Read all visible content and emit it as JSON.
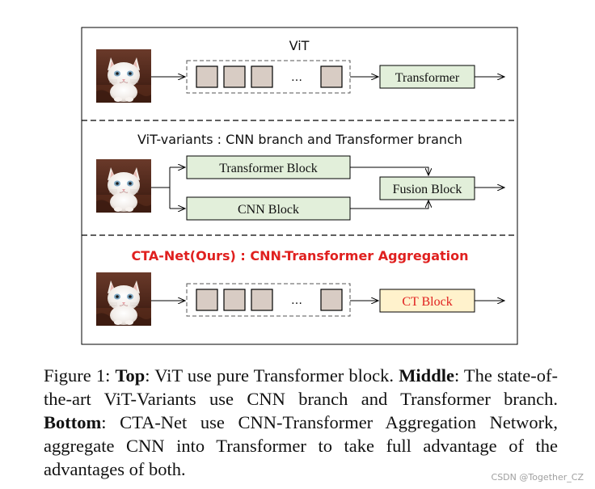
{
  "colors": {
    "block_green": "#e2efda",
    "block_yellow": "#fff2cc",
    "token_fill": "#d8ccc4",
    "red_text": "#e0201f"
  },
  "top": {
    "title": "ViT",
    "transformer_label": "Transformer",
    "ellipsis": "…"
  },
  "middle": {
    "title": "ViT-variants : CNN branch and Transformer branch",
    "transformer_block_label": "Transformer Block",
    "cnn_block_label": "CNN Block",
    "fusion_block_label": "Fusion Block"
  },
  "bottom": {
    "title": "CTA-Net(Ours) : CNN-Transformer Aggregation",
    "ct_block_label": "CT Block",
    "ellipsis": "…"
  },
  "caption": {
    "figure_label": "Figure 1: ",
    "top_bold": "Top",
    "top_text": ": ViT use pure Transformer block. ",
    "middle_bold": "Middle",
    "middle_text": ": The state-of-the-art ViT-Variants use CNN branch and Transformer branch. ",
    "bottom_bold": "Bottom",
    "bottom_text": ": CTA-Net use CNN-Transformer Aggregation Network, aggregate CNN into Transformer to take full advantage of the advantages of both."
  },
  "watermark": "CSDN @Together_CZ"
}
